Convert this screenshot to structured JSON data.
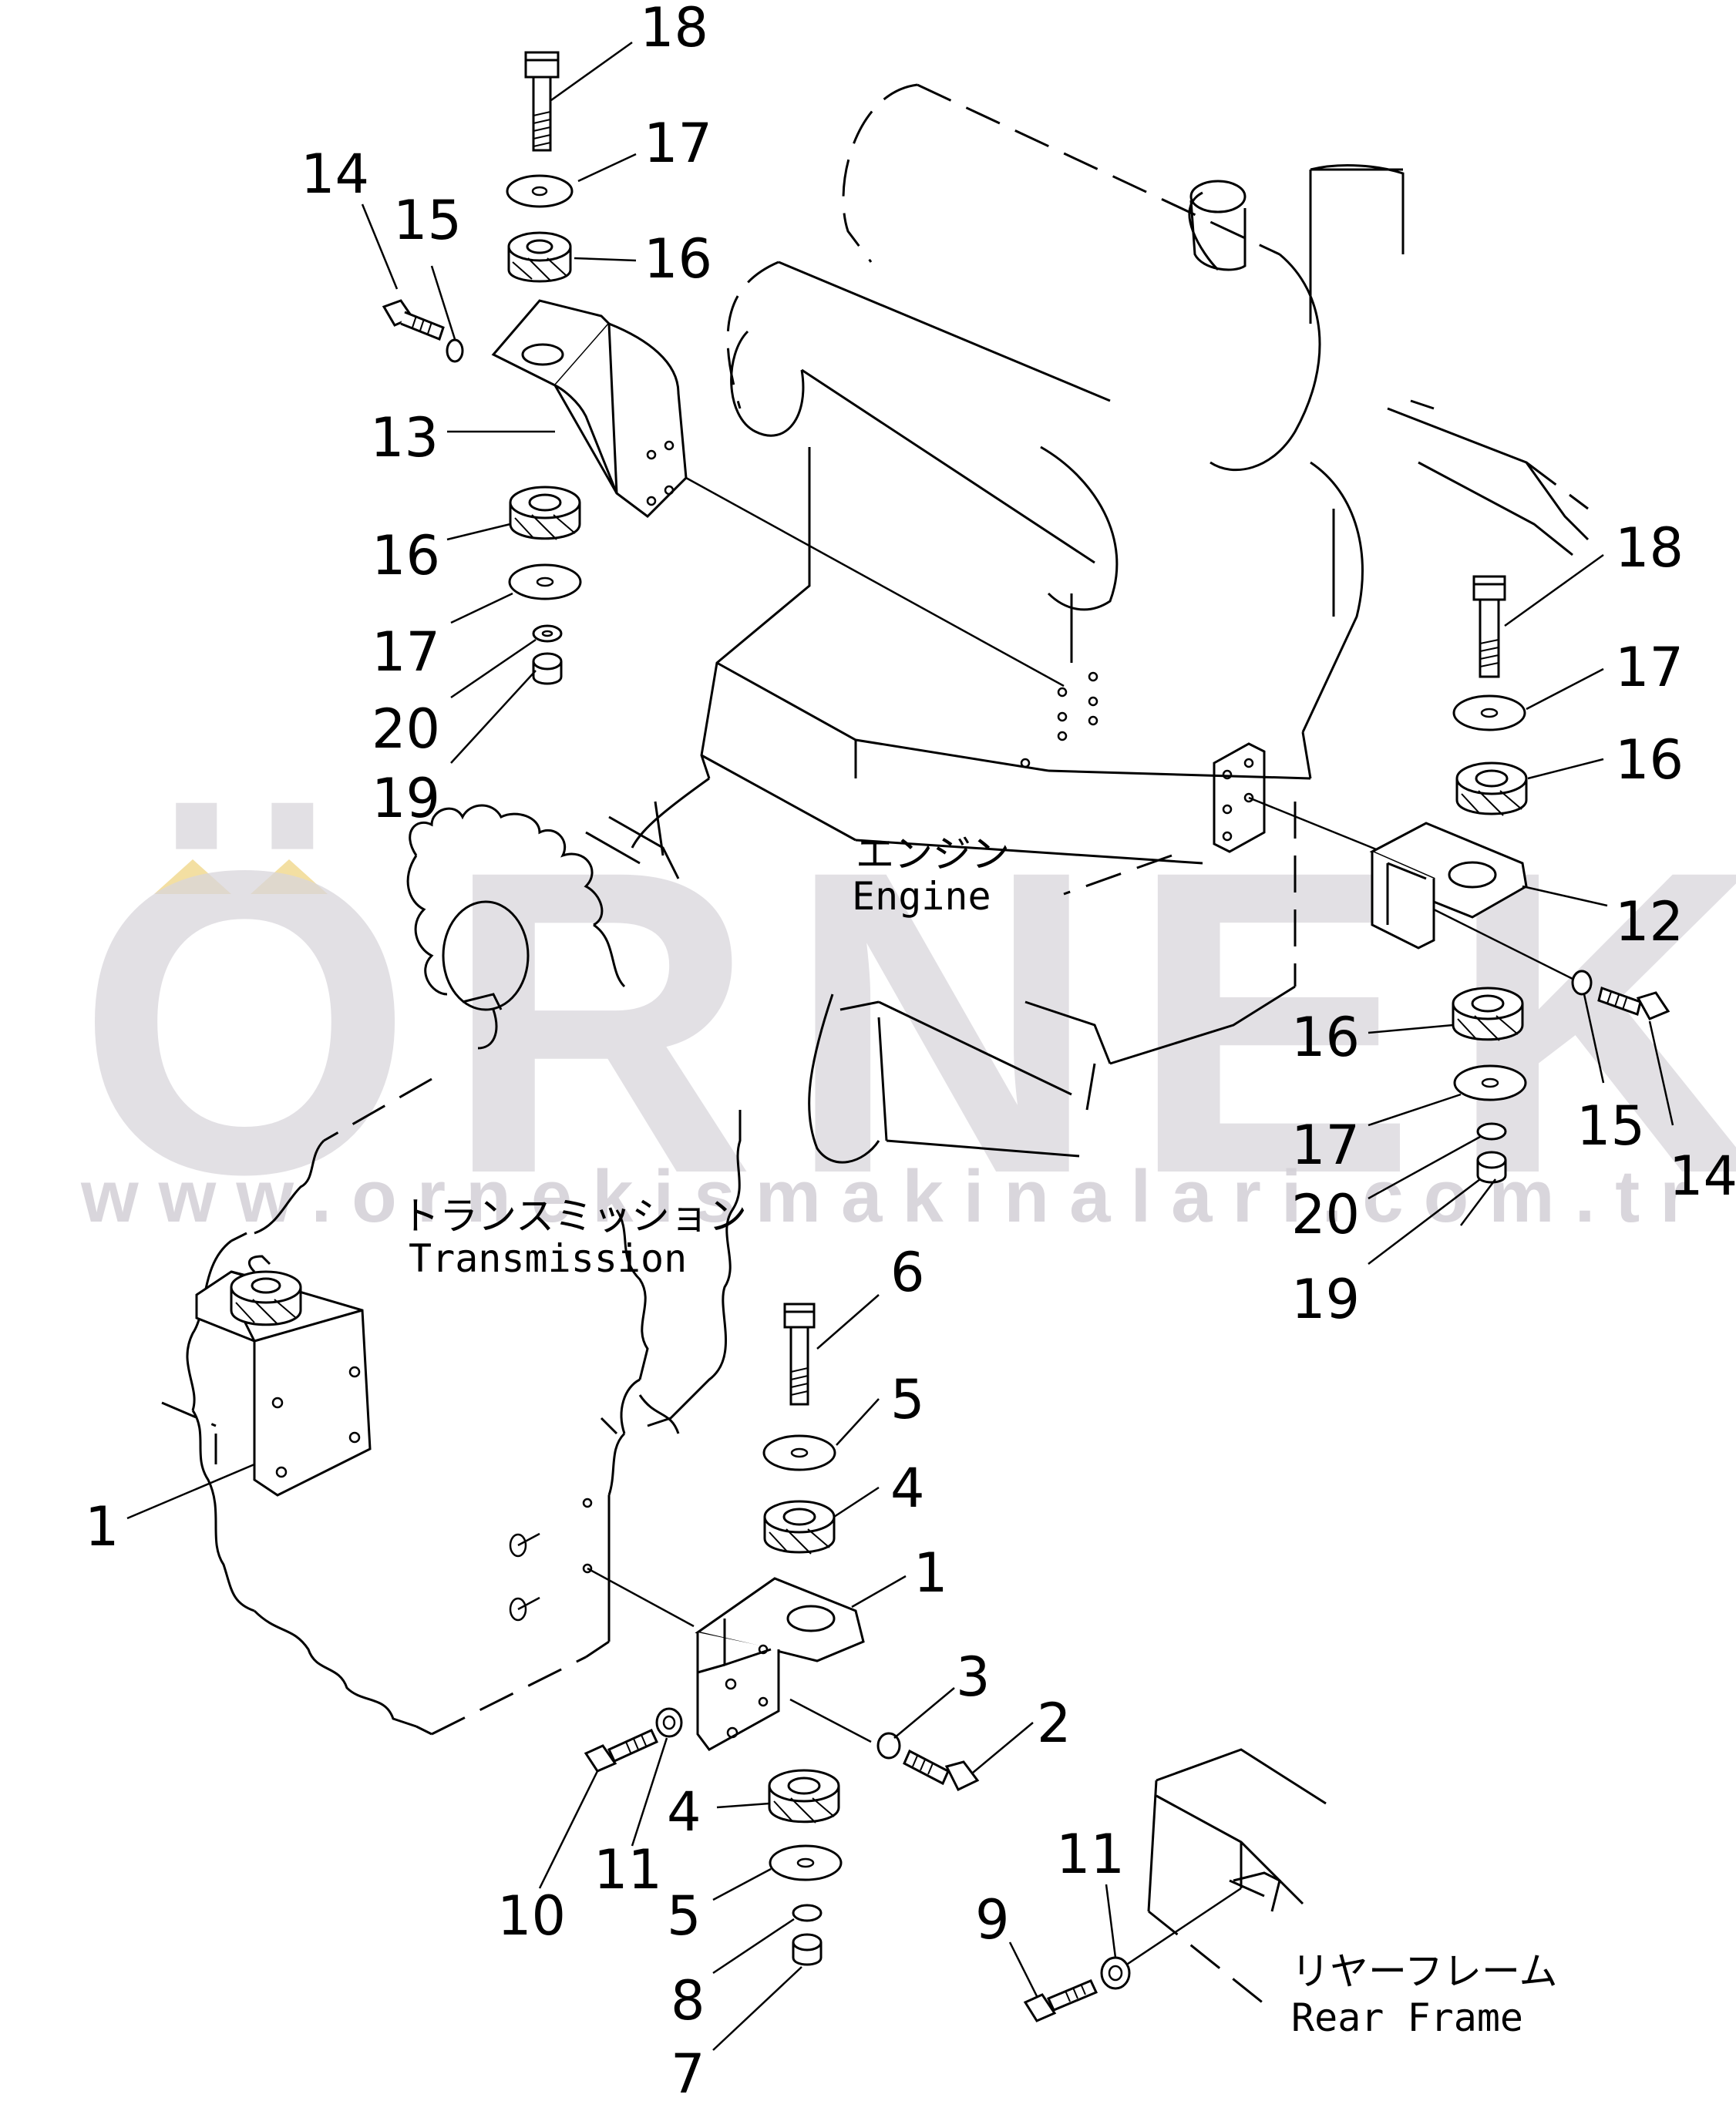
{
  "watermark": {
    "brand": "ÖRNEK",
    "url": "www.ornekismakinalari.com.tr",
    "accent_color": "#f3dfa2",
    "text_color": "#d9d6dc"
  },
  "labels": {
    "engine_jp": "エンジン",
    "engine_en": "Engine",
    "transmission_jp": "トランスミッション",
    "transmission_en": "Transmission",
    "rear_frame_jp": "リヤーフレーム",
    "rear_frame_en": "Rear Frame"
  },
  "callouts": {
    "c18_top": "18",
    "c17_top": "17",
    "c16_top": "16",
    "c14_left": "14",
    "c15_left": "15",
    "c13": "13",
    "c16_left": "16",
    "c17_left": "17",
    "c20_left": "20",
    "c19_left": "19",
    "c18_right": "18",
    "c17_right": "17",
    "c16_right": "16",
    "c12": "12",
    "c16_right_low": "16",
    "c15_right": "15",
    "c14_right": "14",
    "c17_right_low": "17",
    "c20_right": "20",
    "c19_right": "19",
    "c6": "6",
    "c5_upper": "5",
    "c4_upper": "4",
    "c1_left": "1",
    "c1_center": "1",
    "c3": "3",
    "c2": "2",
    "c4_lower": "4",
    "c10": "10",
    "c11_center": "11",
    "c5_lower": "5",
    "c8": "8",
    "c7": "7",
    "c11_right": "11",
    "c9": "9"
  }
}
